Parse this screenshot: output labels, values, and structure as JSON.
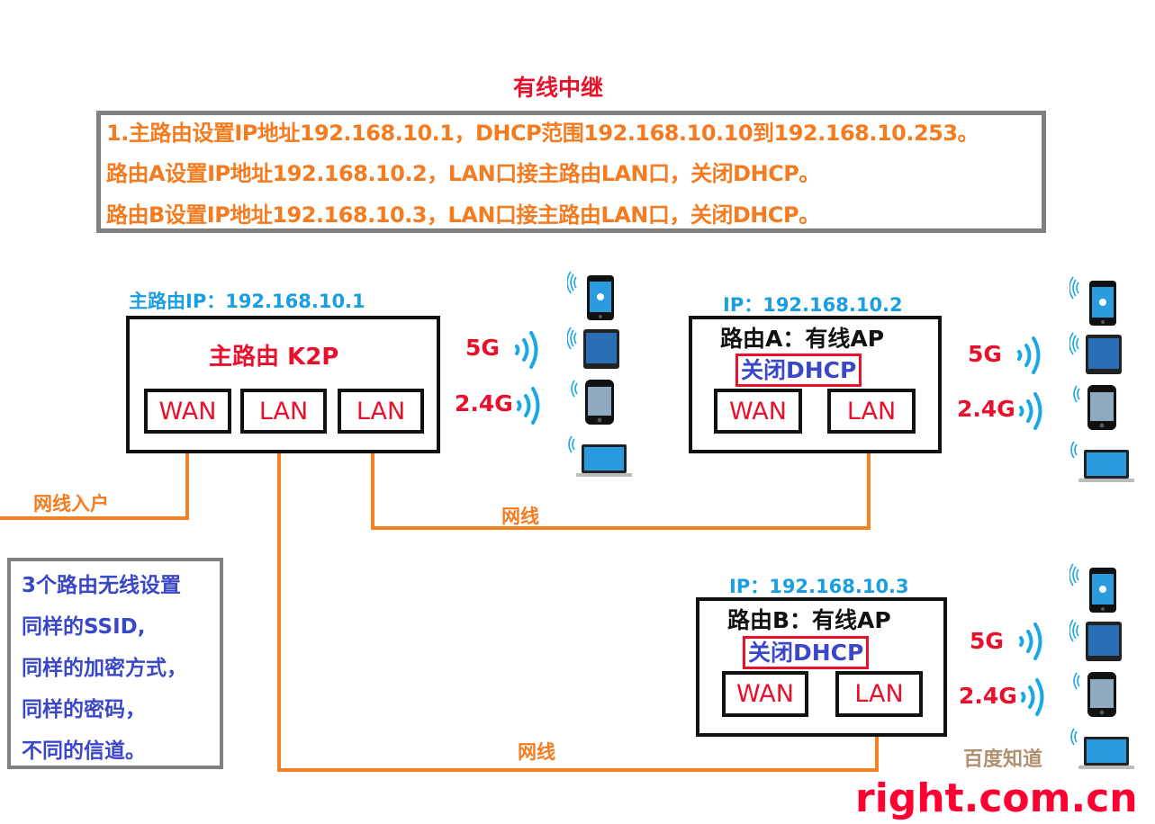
{
  "title": "有线中继",
  "notes": [
    "1.主路由设置IP地址192.168.10.1，DHCP范围192.168.10.10到192.168.10.253。",
    "路由A设置IP地址192.168.10.2，LAN口接主路由LAN口，关闭DHCP。",
    "路由B设置IP地址192.168.10.3，LAN口接主路由LAN口，关闭DHCP。"
  ],
  "main_router": {
    "ip_label": "主路由IP：192.168.10.1",
    "name": "主路由 K2P",
    "ports": [
      "WAN",
      "LAN",
      "LAN"
    ]
  },
  "router_a": {
    "ip_label": "IP：192.168.10.2",
    "name": "路由A：有线AP",
    "dhcp": "关闭DHCP",
    "ports": [
      "WAN",
      "LAN"
    ]
  },
  "router_b": {
    "ip_label": "IP：192.168.10.3",
    "name": "路由B：有线AP",
    "dhcp": "关闭DHCP",
    "ports": [
      "WAN",
      "LAN"
    ]
  },
  "bands": {
    "b5": "5G",
    "b24": "2.4G"
  },
  "devices": [
    "iphone-icon",
    "tablet-icon",
    "phone-icon",
    "laptop-icon"
  ],
  "wires": {
    "incoming": "网线入户",
    "cable": "网线"
  },
  "side_notes": [
    "3个路由无线设置",
    "同样的SSID,",
    "同样的加密方式，",
    "同样的密码，",
    "不同的信道。"
  ],
  "watermark": {
    "site": "right.com.cn",
    "baidu": "百度知道"
  },
  "colors": {
    "red": "#e8102a",
    "orange": "#f47b20",
    "blue_ip": "#1a9ee0",
    "blue_text": "#3a48c8",
    "wire": "#f58220"
  }
}
